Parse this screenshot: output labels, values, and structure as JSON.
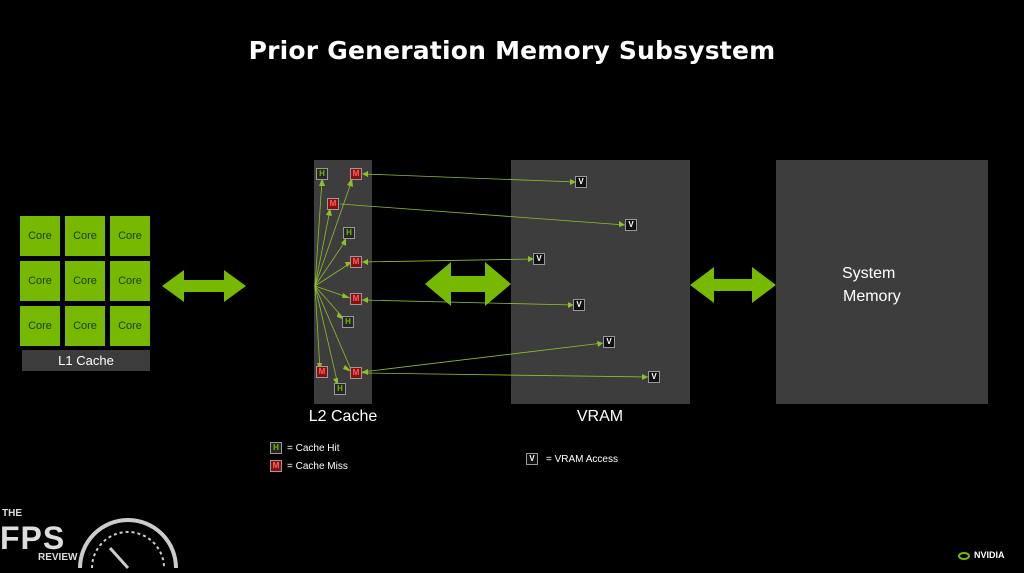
{
  "title": "Prior Generation Memory Subsystem",
  "l1": {
    "cores": [
      "Core",
      "Core",
      "Core",
      "Core",
      "Core",
      "Core",
      "Core",
      "Core",
      "Core"
    ],
    "label": "L1 Cache"
  },
  "l2": {
    "label": "L2 Cache",
    "badges": [
      {
        "type": "hit",
        "text": "H"
      },
      {
        "type": "miss",
        "text": "M"
      },
      {
        "type": "miss",
        "text": "M"
      },
      {
        "type": "hit",
        "text": "H"
      },
      {
        "type": "miss",
        "text": "M"
      },
      {
        "type": "miss",
        "text": "M"
      },
      {
        "type": "hit",
        "text": "H"
      },
      {
        "type": "miss",
        "text": "M"
      },
      {
        "type": "miss",
        "text": "M"
      },
      {
        "type": "hit",
        "text": "H"
      }
    ]
  },
  "vram": {
    "label": "VRAM",
    "badges": [
      "V",
      "V",
      "V",
      "V",
      "V",
      "V"
    ]
  },
  "system_memory": {
    "line1": "System",
    "line2": "Memory"
  },
  "legend": {
    "hit": {
      "badge": "H",
      "text": "=  Cache Hit"
    },
    "miss": {
      "badge": "M",
      "text": "=  Cache Miss"
    },
    "vram": {
      "badge": "V",
      "text": "=  VRAM Access"
    }
  },
  "brand": {
    "the": "THE",
    "fps": "FPS",
    "review": "REVIEW",
    "nvidia": "NVIDIA"
  },
  "colors": {
    "accent_green": "#76b900",
    "panel_gray": "#3d3d3d",
    "miss_red": "#8a1010",
    "background": "#000000"
  }
}
